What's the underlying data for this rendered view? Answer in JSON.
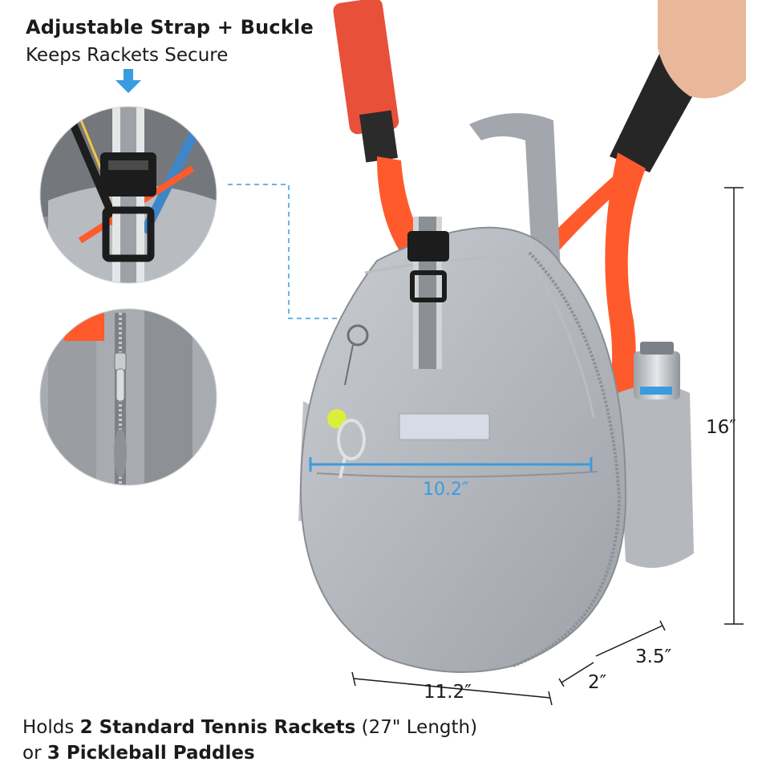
{
  "feature_callout": {
    "headline": "Adjustable Strap + Buckle",
    "subline": "Keeps Rackets Secure"
  },
  "dimensions": {
    "height": "16″",
    "width_inside": "10.2″",
    "width_base": "11.2″",
    "depth_pocket": "3.5″",
    "depth_body": "2″"
  },
  "capacity": {
    "line1_pre": "Holds ",
    "line1_bold": "2 Standard Tennis Rackets",
    "line1_post": " (27\" Length)",
    "line2_pre": "or ",
    "line2_bold": "3 Pickleball Paddles"
  },
  "colors": {
    "bag_body": "#a9acb2",
    "bag_highlight": "#c4c7cc",
    "racket_frame": "#ff5a2c",
    "callout_blue": "#3a9be0",
    "buckle": "#1c1c1c"
  },
  "icons": [
    "down-arrow-icon",
    "buckle-icon",
    "zipper-pull-icon",
    "keyring-charm-icon"
  ]
}
